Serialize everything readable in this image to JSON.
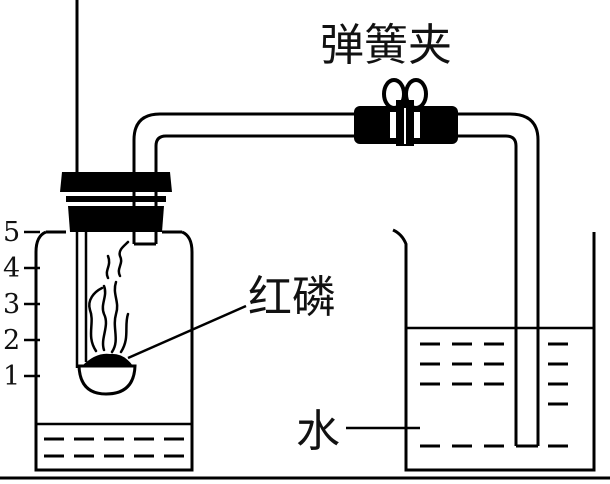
{
  "labels": {
    "clamp": "弹簧夹",
    "red_phosphorus": "红磷",
    "water": "水"
  },
  "scale_marks": [
    "5",
    "4",
    "3",
    "2",
    "1"
  ]
}
